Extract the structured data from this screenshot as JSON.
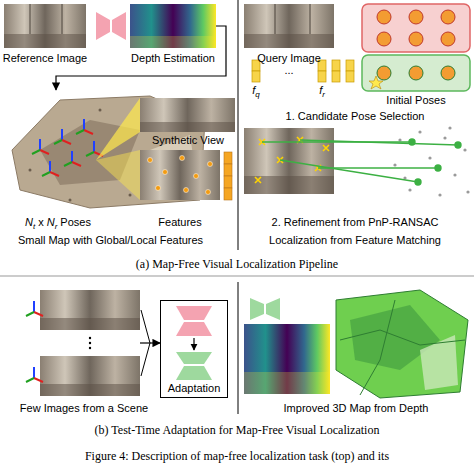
{
  "diagram": {
    "caption": "Figure 4: Description of map-free localization task (top) and its",
    "nodes": [
      {
        "text": [
          "Reference Image"
        ]
      },
      {
        "text": [
          "Depth Estimation"
        ]
      },
      {
        "text": [
          "Small Map with Global/Local Features"
        ]
      },
      {
        "text": [
          "Query Image"
        ]
      },
      {
        "text": [
          "Few Images from a Scene"
        ]
      },
      {
        "text": [
          "Adaptation"
        ]
      },
      {
        "text": [
          "Improved 3D Map from Depth"
        ]
      }
    ],
    "edges": [
      {
        "from": 1,
        "to": 2,
        "arrow": "to"
      },
      {
        "from": 4,
        "to": 5,
        "arrow": "to"
      }
    ],
    "labels": [
      "Synthetic View",
      "Features",
      "N",
      "t",
      "x",
      "N",
      "r",
      "Poses",
      "Initial Poses",
      "f",
      "q",
      "...",
      "f",
      "r",
      "1. Candidate Pose Selection",
      "2. Refinement from PnP-RANSAC",
      "Localization from Feature Matching",
      "(a) Map-Free Visual Localization Pipeline",
      "(b) Test-Time Adaptation for Map-Free Visual Localization"
    ]
  }
}
